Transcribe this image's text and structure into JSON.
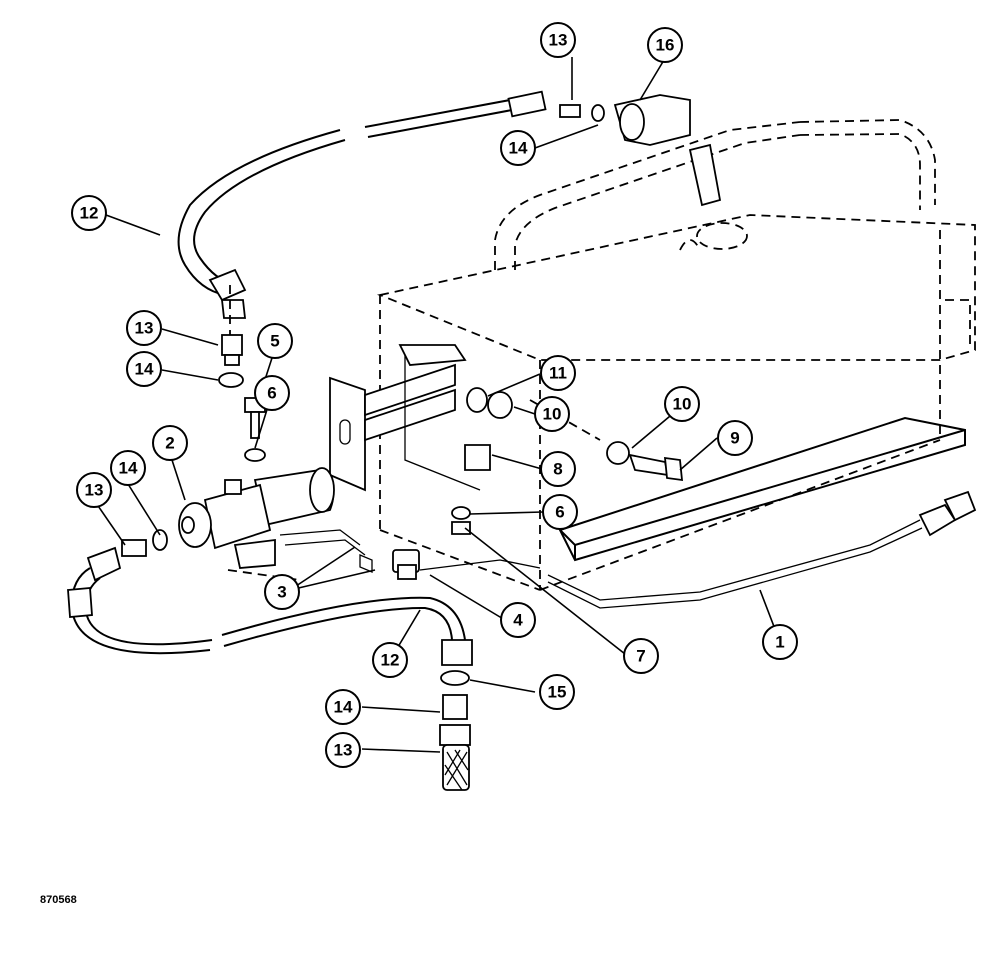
{
  "figure_code": "870568",
  "callouts": [
    {
      "id": "c1",
      "label": "1"
    },
    {
      "id": "c2",
      "label": "2"
    },
    {
      "id": "c3",
      "label": "3"
    },
    {
      "id": "c4",
      "label": "4"
    },
    {
      "id": "c5",
      "label": "5"
    },
    {
      "id": "c6a",
      "label": "6"
    },
    {
      "id": "c6b",
      "label": "6"
    },
    {
      "id": "c7",
      "label": "7"
    },
    {
      "id": "c8",
      "label": "8"
    },
    {
      "id": "c9",
      "label": "9"
    },
    {
      "id": "c10a",
      "label": "10"
    },
    {
      "id": "c10b",
      "label": "10"
    },
    {
      "id": "c11",
      "label": "11"
    },
    {
      "id": "c12a",
      "label": "12"
    },
    {
      "id": "c12b",
      "label": "12"
    },
    {
      "id": "c13a",
      "label": "13"
    },
    {
      "id": "c13b",
      "label": "13"
    },
    {
      "id": "c13c",
      "label": "13"
    },
    {
      "id": "c13d",
      "label": "13"
    },
    {
      "id": "c14a",
      "label": "14"
    },
    {
      "id": "c14b",
      "label": "14"
    },
    {
      "id": "c14c",
      "label": "14"
    },
    {
      "id": "c14d",
      "label": "14"
    },
    {
      "id": "c15",
      "label": "15"
    },
    {
      "id": "c16",
      "label": "16"
    }
  ]
}
